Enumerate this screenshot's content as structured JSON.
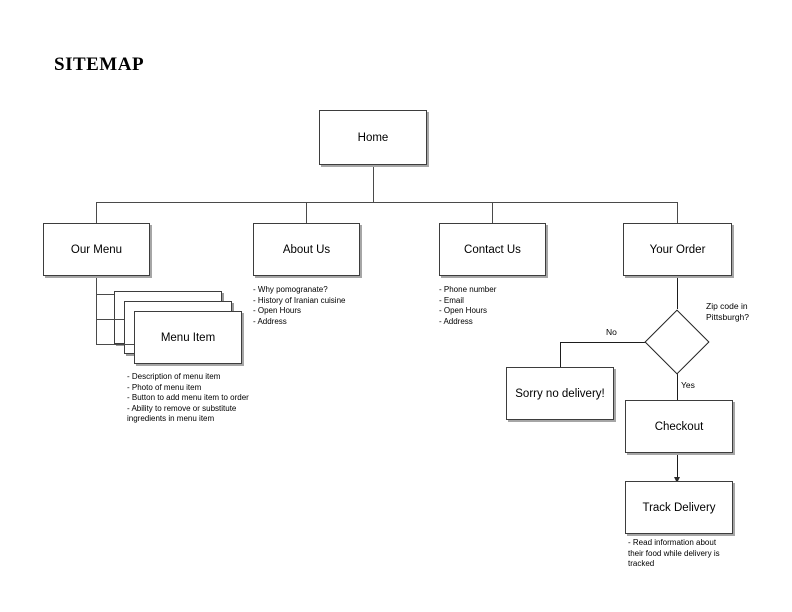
{
  "page": {
    "title": "SITEMAP",
    "background": "#ffffff",
    "border_color": "#3d3d3d",
    "shadow_color": "#a6a6a6",
    "text_color": "#000000"
  },
  "nodes": {
    "home": {
      "label": "Home"
    },
    "our_menu": {
      "label": "Our Menu"
    },
    "about_us": {
      "label": "About Us"
    },
    "contact_us": {
      "label": "Contact Us"
    },
    "your_order": {
      "label": "Your Order"
    },
    "menu_item": {
      "label": "Menu Item"
    },
    "sorry_no_delivery": {
      "label": "Sorry no delivery!"
    },
    "checkout": {
      "label": "Checkout"
    },
    "track_delivery": {
      "label": "Track Delivery"
    },
    "decision": {
      "label": ""
    }
  },
  "notes": {
    "menu_item": "- Description of menu item\n- Photo of menu item\n- Button to add menu item to order\n- Ability to remove or substitute\ningredients in menu item",
    "about_us": "- Why pomogranate?\n- History of Iranian cuisine\n- Open Hours\n- Address",
    "contact_us": "- Phone number\n- Email\n- Open Hours\n- Address",
    "track_delivery": "- Read information about\ntheir food while delivery is\ntracked"
  },
  "edge_labels": {
    "decision_question": "Zip code in\nPittsburgh?",
    "no": "No",
    "yes": "Yes"
  }
}
